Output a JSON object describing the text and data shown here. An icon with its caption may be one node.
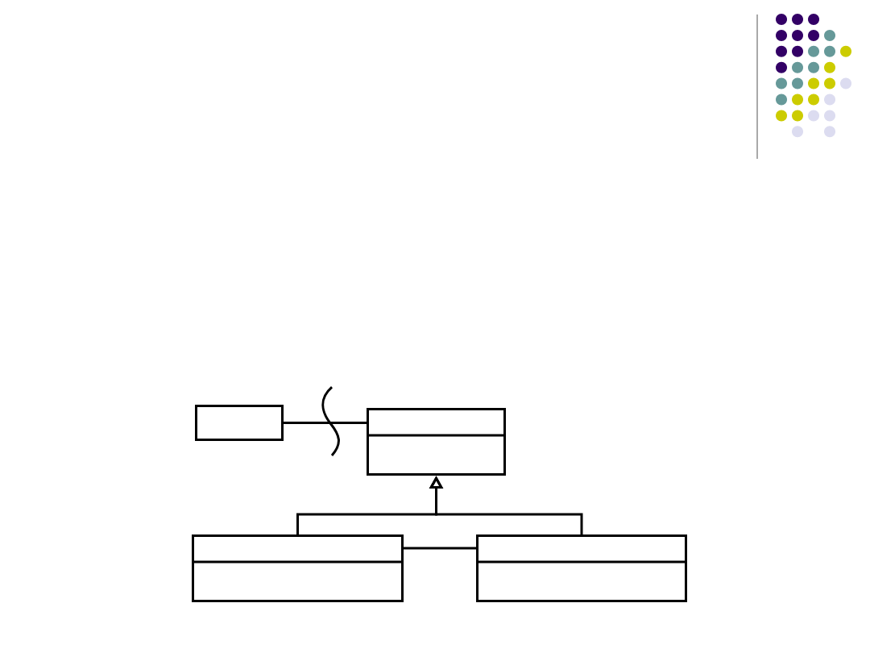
{
  "diagram": {
    "nodes": [
      {
        "text": [],
        "shape": "box"
      },
      {
        "text": [],
        "shape": "box"
      },
      {
        "text": [],
        "shape": "box"
      },
      {
        "text": [],
        "shape": "box"
      }
    ],
    "edges": [
      {
        "from": 0,
        "to": 1,
        "arrow": "none"
      },
      {
        "from": 2,
        "to": 1,
        "arrow": "to"
      },
      {
        "from": 3,
        "to": 1,
        "arrow": "to"
      },
      {
        "from": 2,
        "to": 3,
        "arrow": "none"
      }
    ]
  }
}
